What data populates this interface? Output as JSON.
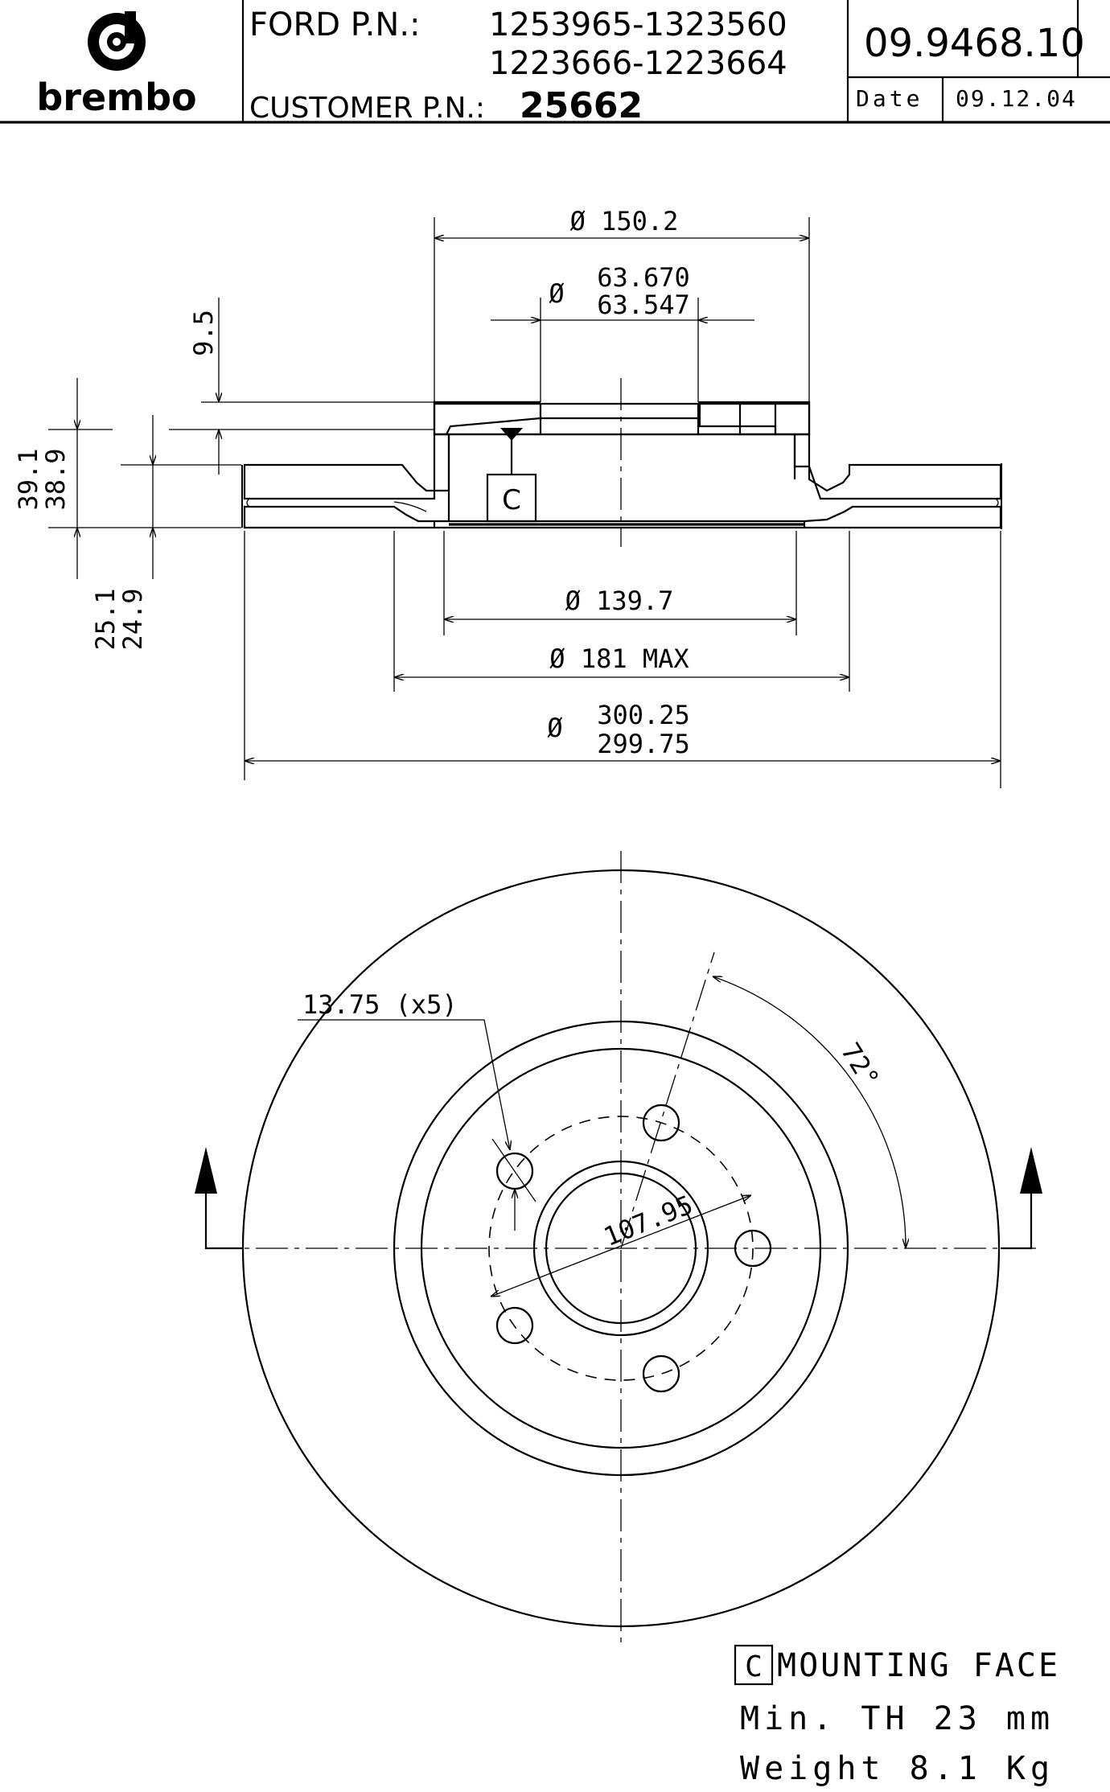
{
  "header": {
    "brand": "brembo",
    "ford_label": "FORD P.N.:",
    "ford_pn_line1": "1253965-1323560",
    "ford_pn_line2": "1223666-1223664",
    "customer_label": "CUSTOMER P.N.:",
    "customer_pn": "25662",
    "part_number": "09.9468.10",
    "date_label": "Date",
    "date_value": "09.12.04"
  },
  "section_view": {
    "dim_outer_hub": "Ø 150.2",
    "dim_center_bore_max": "63.670",
    "dim_center_bore_min": "63.547",
    "dim_center_bore_symbol": "Ø",
    "dim_hat_thickness": "9.5",
    "dim_height_max": "39.1",
    "dim_height_min": "38.9",
    "dim_offset_max": "25.1",
    "dim_offset_min": "24.9",
    "datum_label": "C",
    "dim_pilot": "Ø 139.7",
    "dim_hat_max": "Ø 181 MAX",
    "dim_outer_symbol": "Ø",
    "dim_outer_max": "300.25",
    "dim_outer_min": "299.75"
  },
  "face_view": {
    "hole_dim": "13.75 (x5)",
    "pcd_dim": "107.95",
    "angle_dim": "72°"
  },
  "notes": {
    "datum_label": "C",
    "mounting_face": "MOUNTING FACE",
    "min_th": "Min. TH 23 mm",
    "weight": "Weight 8.1 Kg"
  }
}
